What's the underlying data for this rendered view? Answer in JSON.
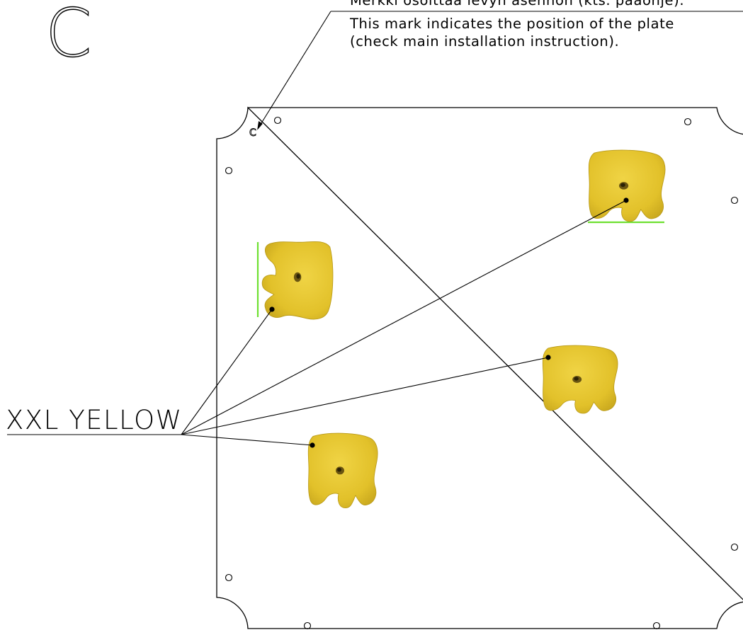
{
  "sheet": {
    "letter": "C",
    "note_fi": "Merkki osoittaa levyn asennon (kts. paaohje).",
    "note_en_line1": "This mark indicates the position of the plate",
    "note_en_line2": "(check main installation instruction).",
    "plate_mark": "C",
    "callout_label": "XXL YELLOW"
  },
  "colors": {
    "hold_fill": "#e6c52e",
    "hold_shade": "#c9a81e",
    "hold_hole": "#5a4a10",
    "guide_green": "#6ee030",
    "line": "#000000"
  },
  "holds": [
    {
      "name": "hold-top-right",
      "color": "XXL YELLOW"
    },
    {
      "name": "hold-left",
      "color": "XXL YELLOW"
    },
    {
      "name": "hold-middle-right",
      "color": "XXL YELLOW"
    },
    {
      "name": "hold-bottom",
      "color": "XXL YELLOW"
    }
  ]
}
